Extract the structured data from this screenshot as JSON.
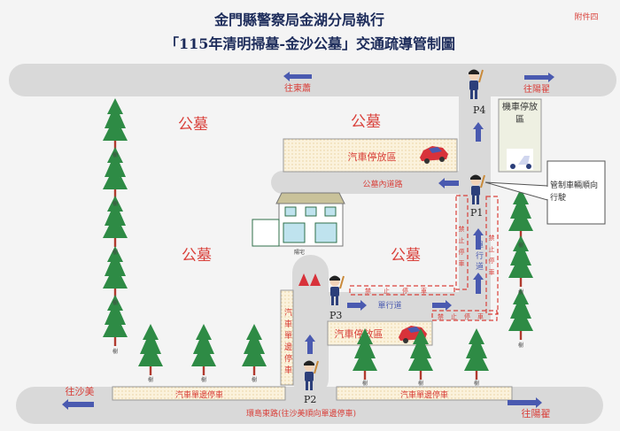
{
  "header": {
    "title_line1": "金門縣警察局金湖分局執行",
    "title_line2": "「115年清明掃墓-金沙公墓」交通疏導管制圖",
    "attachment": "附件四"
  },
  "colors": {
    "road": "#d9d9d9",
    "arrow": "#4a5ab0",
    "red_text": "#d9403a",
    "tree": "#2e8b45",
    "parking": "#fbf2dc",
    "title": "#1c2b5a"
  },
  "roads": {
    "top_left_dir": "往東蕭",
    "top_right_dir": "往陽翟",
    "inner_road": "公墓內道路",
    "bottom_left_dir": "往沙美",
    "bottom_right_dir": "往陽翟",
    "bottom_road": "環島東路(往沙美順向單邊停車)",
    "one_way_h": "單行道",
    "one_way_v": "單行道"
  },
  "areas": {
    "cemetery_labels": [
      "公墓",
      "公墓",
      "公墓",
      "公墓"
    ],
    "car_parking_top": "汽車停放區",
    "car_parking_mid": "汽車停放區",
    "moto_parking": "機車停放區",
    "side_parking_left": "汽車單邊停車",
    "side_parking_right": "汽車單邊停車",
    "side_parking_vertical": "汽車單邊停車",
    "no_parking": "禁止停車",
    "house_label": "陽宅",
    "tree_label": "樹"
  },
  "posts": [
    "P1",
    "P2",
    "P3",
    "P4"
  ],
  "callout": "管制車輛順向行駛",
  "icons": [
    "police-officer-icon",
    "tree-icon",
    "car-icon",
    "scooter-icon",
    "traffic-cone-icon",
    "house-icon",
    "arrow-icon"
  ]
}
